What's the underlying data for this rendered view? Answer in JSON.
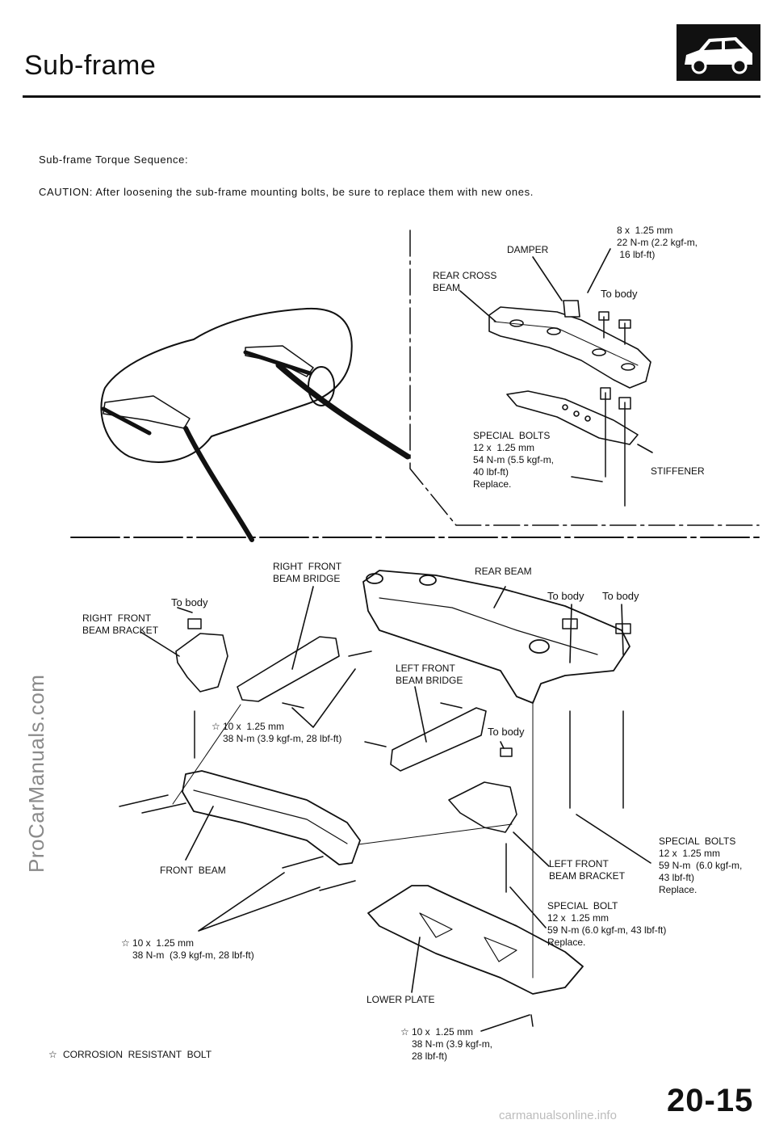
{
  "header": {
    "title": "Sub-frame"
  },
  "notes": {
    "sequence": "Sub-frame Torque Sequence:",
    "caution": "CAUTION:  After loosening the sub-frame mounting bolts, be sure to replace them with new ones."
  },
  "labels": {
    "bolt_8": "8 x  1.25 mm\n22 N-m (2.2 kgf-m,\n 16 lbf-ft)",
    "damper": "DAMPER",
    "rear_cross_beam": "REAR CROSS\nBEAM",
    "to_body_1": "To body",
    "special_bolts_12_54": "SPECIAL  BOLTS\n12 x  1.25 mm\n54 N-m (5.5 kgf-m,\n40 lbf-ft)\nReplace.",
    "stiffener": "STIFFENER",
    "right_front_beam_bridge": "RIGHT  FRONT\nBEAM BRIDGE",
    "rear_beam": "REAR BEAM",
    "to_body_2": "To body",
    "right_front_beam_bracket": "RIGHT  FRONT\nBEAM BRACKET",
    "to_body_3": "To body",
    "to_body_4": "To body",
    "left_front_beam_bridge": "LEFT FRONT\nBEAM BRIDGE",
    "bolt_10_a": "10 x  1.25 mm\n38 N-m (3.9 kgf-m, 28 lbf-ft)",
    "to_body_5": "To body",
    "special_bolts_12_59": "SPECIAL  BOLTS\n12 x  1.25 mm\n59 N-m  (6.0 kgf-m,\n43 lbf-ft)\nReplace.",
    "front_beam": "FRONT  BEAM",
    "left_front_beam_bracket": "LEFT FRONT\nBEAM BRACKET",
    "special_bolt_12": "SPECIAL  BOLT\n12 x  1.25 mm\n59 N-m (6.0 kgf-m, 43 lbf-ft)\nReplace.",
    "bolt_10_b": "10 x  1.25 mm\n38 N-m  (3.9 kgf-m, 28 lbf-ft)",
    "lower_plate": "LOWER PLATE",
    "bolt_10_c": "10 x  1.25 mm\n38 N-m (3.9 kgf-m,\n28 lbf-ft)",
    "corrosion_legend": "CORROSION  RESISTANT  BOLT",
    "star": "☆"
  },
  "footer": {
    "page_number": "20-15",
    "watermark_side": "ProCarManuals.com",
    "watermark_url": "carmanualsonline.info"
  }
}
